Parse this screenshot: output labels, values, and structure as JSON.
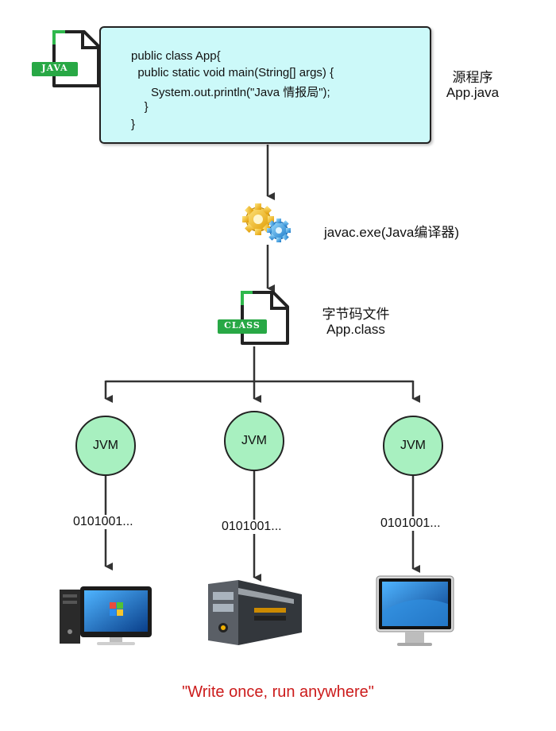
{
  "source": {
    "code_lines": [
      "public class App{",
      "  public static void main(String[] args) {",
      "      System.out.println(\"Java 情报局\");",
      "    }",
      "}"
    ],
    "file_badge": "JAVA",
    "caption_line1": "源程序",
    "caption_line2": "App.java"
  },
  "compiler": {
    "label": "javac.exe(Java编译器)",
    "icon": "gears-icon"
  },
  "bytecode": {
    "file_badge": "CLASS",
    "caption_line1": "字节码文件",
    "caption_line2": "App.class"
  },
  "jvms": [
    {
      "label": "JVM",
      "binary": "0101001...",
      "device": "windows-desktop-icon"
    },
    {
      "label": "JVM",
      "binary": "0101001...",
      "device": "server-icon"
    },
    {
      "label": "JVM",
      "binary": "0101001...",
      "device": "mac-monitor-icon"
    }
  ],
  "slogan": "\"Write once, run anywhere\"",
  "colors": {
    "code_box": "#ccf9f9",
    "jvm_node": "#a8f0c0",
    "file_badge": "#28a845",
    "slogan": "#cc1b1b"
  }
}
